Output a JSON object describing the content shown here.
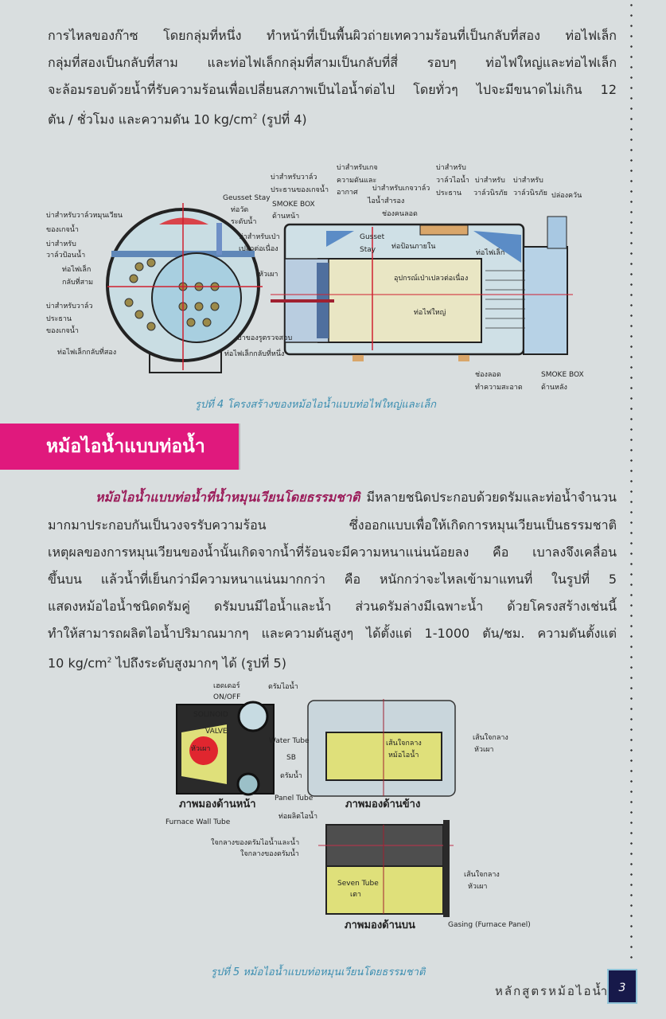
{
  "intro_paragraph": {
    "lines": [
      "การไหลของก๊าซ   โดยกลุ่มที่หนึ่ง  ทำหน้าที่เป็นพื้นผิวถ่ายเทความร้อนที่เป็นกลับที่สอง  ท่อไฟเล็ก",
      "กลุ่มที่สองเป็นกลับที่สาม  และท่อไฟเล็กกลุ่มที่สามเป็นกลับที่สี่  รอบๆ  ท่อไฟใหญ่และท่อไฟเล็ก",
      "จะล้อมรอบด้วยน้ำที่รับความร้อนเพื่อเปลี่ยนสภาพเป็นไอน้ำต่อไป   โดยทั่วๆ ไปจะมีขนาดไม่เกิน 12"
    ],
    "last_line_pre": "ตัน / ชั่วโมง และความดัน 10 kg/cm",
    "last_line_sup": "2",
    "last_line_post": "  (รูปที่ 4)"
  },
  "figure4": {
    "caption": "รูปที่ 4 โครงสร้างของหม้อไอน้ำแบบท่อไฟใหญ่และเล็ก",
    "labels": [
      "บ่าสำหรับวาล์วหมุนเวียน",
      "ของเกจน้ำ",
      "บ่าสำหรับ",
      "วาล์วป้อนน้ำ",
      "ท่อไฟเล็ก",
      "กลับที่สาม",
      "บ่าสำหรับวาล์ว",
      "ประธาน",
      "ของเกจน้ำ",
      "ท่อไฟเล็กกลับที่สอง",
      "Geusset Stay",
      "ท่อวัด",
      "ระดับน้ำ",
      "บ่าสำหรับเป่า",
      "เปลวต่อเนื่อง",
      "หัวเผา",
      "บ่าของรูตรวจสอบ",
      "ท่อไฟเล็กกลับที่หนึ่ง",
      "บ่าสำหรับวาล์ว",
      "ประธานของเกจน้ำ",
      "SMOKE BOX",
      "ด้านหน้า",
      "บ่าสำหรับเกจ",
      "ความดันและ",
      "อากาศ",
      "บ่าสำหรับเกจวาล์ว",
      "ไอน้ำสำรอง",
      "ช่องคนลอด",
      "บ่าสำหรับ",
      "วาล์วไอน้ำ",
      "ประธาน",
      "บ่าสำหรับ",
      "วาล์วนิรภัย",
      "บ่าสำหรับ",
      "วาล์วนิรภัย",
      "ปล่องควัน",
      "Gusset",
      "Stay",
      "ท่อป้อนภายใน",
      "ท่อไฟเล็ก",
      "อุปกรณ์เป่าเปลวต่อเนื่อง",
      "ท่อไฟใหญ่",
      "ช่องลอด",
      "ทำความสะอาด",
      "SMOKE BOX",
      "ด้านหลัง"
    ]
  },
  "section": {
    "title": "หม้อไอน้ำแบบท่อน้ำ",
    "accent_color": "#e0197d",
    "lead": "หม้อไอน้ำแบบท่อน้ำที่น้ำหมุนเวียนโดยธรรมชาติ",
    "first_line_rest": " มีหลายชนิดประกอบด้วยดรัมและท่อน้ำจำนวน",
    "lines": [
      "มากมาประกอบกันเป็นวงจรรับความร้อน    ซึ่งออกแบบเพื่อให้เกิดการหมุนเวียนเป็นธรรมชาติ",
      "เหตุผลของการหมุนเวียนของน้ำนั้นเกิดจากน้ำที่ร้อนจะมีความหนาแน่นน้อยลง  คือ  เบาลงจึงเคลื่อน",
      "ขึ้นบน  แล้วน้ำที่เย็นกว่ามีความหนาแน่นมากกว่า  คือ  หนักกว่าจะไหลเข้ามาแทนที่  ในรูปที่  5",
      "แสดงหม้อไอน้ำชนิดดรัมคู่  ดรัมบนมีไอน้ำและน้ำ  ส่วนดรัมล่างมีเฉพาะน้ำ  ด้วยโครงสร้างเช่นนี้",
      "ทำให้สามารถผลิตไอน้ำปริมาณมากๆ  และความดันสูงๆ  ได้ตั้งแต่  1-1000  ตัน/ชม.  ความดันตั้งแต่"
    ],
    "last_line_pre": "10 kg/cm",
    "last_line_sup": "2",
    "last_line_post": " ไปถึงระดับสูงมากๆ ได้ (รูปที่ 5)"
  },
  "figure5": {
    "caption": "รูปที่ 5 หม้อไอน้ำแบบท่อหมุนเวียนโดยธรรมชาติ",
    "labels": [
      "เฮดเดอร์",
      "ON/OFF",
      "ดรัมไอน้ำ",
      "SOLINOID",
      "VALVE",
      "หัวเผา",
      "Water Tube",
      "SB",
      "ดรัมน้ำ",
      "Panel Tube",
      "Furnace Wall Tube",
      "เส้นใจกลาง",
      "หม้อไอน้ำ",
      "เส้นใจกลาง",
      "หัวเผา",
      "ท่อผลิตไอน้ำ",
      "ใจกลางของดรัมไอน้ำและน้ำ",
      "ใจกลางของดรัมน้ำ",
      "Seven Tube",
      "เตา",
      "เส้นใจกลาง",
      "หัวเผา",
      "Gasing (Furnace Panel)"
    ],
    "view_labels": [
      "ภาพมองด้านหน้า",
      "ภาพมองด้านข้าง",
      "ภาพมองด้านบน"
    ]
  },
  "footer": {
    "running_title": "หลักสูตรหม้อไอน้ำ",
    "page_number": "3"
  }
}
